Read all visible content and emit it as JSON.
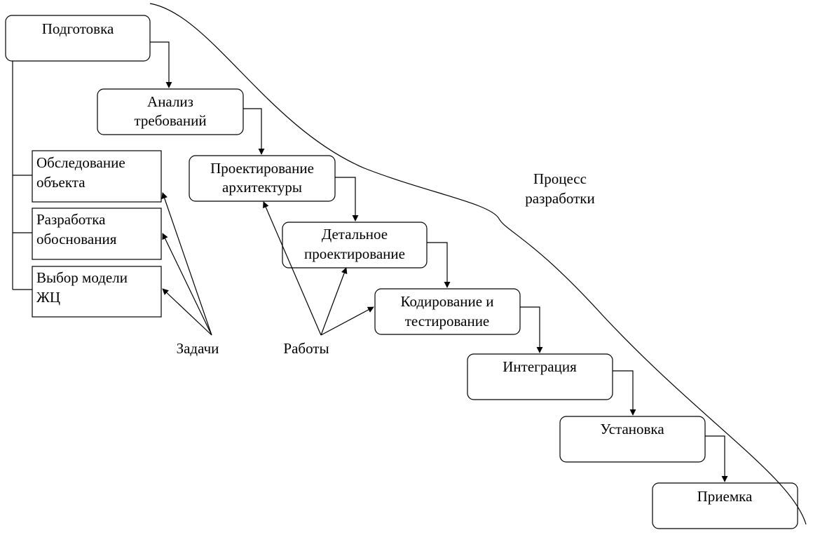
{
  "stages": [
    {
      "id": "prep",
      "lines": [
        "Подготовка"
      ]
    },
    {
      "id": "req",
      "lines": [
        "Анализ",
        "требований"
      ]
    },
    {
      "id": "arch",
      "lines": [
        "Проектирование",
        "архитектуры"
      ]
    },
    {
      "id": "detail",
      "lines": [
        "Детальное",
        "проектирование"
      ]
    },
    {
      "id": "code",
      "lines": [
        "Кодирование и",
        "тестирование"
      ]
    },
    {
      "id": "integ",
      "lines": [
        "Интеграция"
      ]
    },
    {
      "id": "install",
      "lines": [
        "Установка"
      ]
    },
    {
      "id": "accept",
      "lines": [
        "Приемка"
      ]
    }
  ],
  "tasks": [
    {
      "id": "survey",
      "lines": [
        "Обследование",
        "объекта"
      ]
    },
    {
      "id": "justify",
      "lines": [
        "Разработка",
        "обоснования"
      ]
    },
    {
      "id": "model",
      "lines": [
        "Выбор модели",
        "ЖЦ"
      ]
    }
  ],
  "labels": {
    "tasks": "Задачи",
    "works": "Работы",
    "process": [
      "Процесс",
      "разработки"
    ]
  }
}
